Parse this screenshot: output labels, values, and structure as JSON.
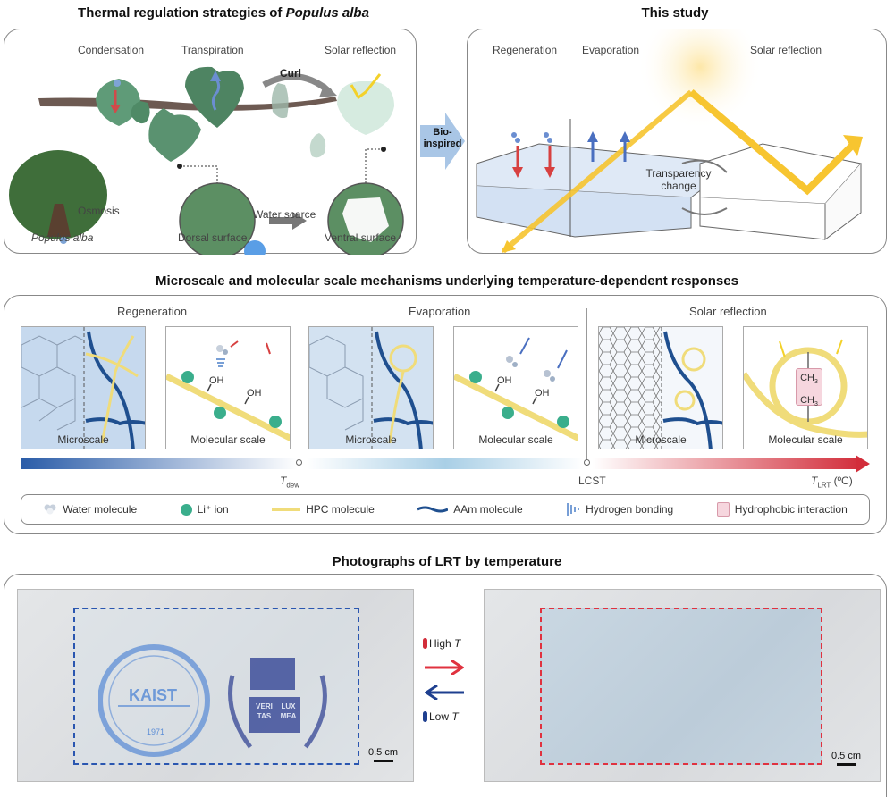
{
  "section1": {
    "title_prefix": "Thermal regulation strategies of ",
    "title_italic": "Populus alba",
    "labels": {
      "condensation": "Condensation",
      "transpiration": "Transpiration",
      "solar_reflection": "Solar reflection",
      "curl": "Curl",
      "osmosis": "Osmosis",
      "populus_alba": "Populus alba",
      "dorsal_surface": "Dorsal surface",
      "water_scarce": "Water scarce",
      "ventral_surface": "Ventral surface"
    }
  },
  "bio_arrow": {
    "line1": "Bio-",
    "line2": "inspired"
  },
  "section2": {
    "title": "This study",
    "labels": {
      "regeneration": "Regeneration",
      "evaporation": "Evaporation",
      "solar_reflection": "Solar reflection",
      "transparency_1": "Transparency",
      "transparency_2": "change"
    }
  },
  "section3": {
    "title": "Microscale and molecular scale mechanisms underlying temperature-dependent responses",
    "groups": [
      {
        "label": "Regeneration",
        "micro_caption": "Microscale",
        "mol_caption": "Molecular scale"
      },
      {
        "label": "Evaporation",
        "micro_caption": "Microscale",
        "mol_caption": "Molecular scale"
      },
      {
        "label": "Solar reflection",
        "micro_caption": "Microscale",
        "mol_caption": "Molecular scale"
      }
    ],
    "oh": "OH",
    "ch3": "CH",
    "ch3_sub": "3",
    "axis": {
      "t_dew": "T",
      "t_dew_sub": "dew",
      "lcst": "LCST",
      "t_lrt": "T",
      "t_lrt_sub": "LRT",
      "t_lrt_unit": " (ºC)"
    },
    "legend": [
      {
        "label": "Water molecule",
        "icon": "water-molecule-icon"
      },
      {
        "label": "Li⁺ ion",
        "icon": "li-ion-icon",
        "color": "#3aae8c"
      },
      {
        "label": "HPC molecule",
        "icon": "hpc-molecule-icon",
        "color": "#f0dc7a"
      },
      {
        "label": "AAm molecule",
        "icon": "aam-molecule-icon",
        "color": "#1f4f8f"
      },
      {
        "label": "Hydrogen bonding",
        "icon": "hydrogen-bonding-icon",
        "color": "#4a7fc8"
      },
      {
        "label": "Hydrophobic interaction",
        "icon": "hydrophobic-interaction-icon",
        "color": "#f6d6de"
      }
    ],
    "gradient_colors": {
      "cold": "#2a5ca8",
      "mid": "#a9cfe6",
      "hot": "#d22d3a"
    }
  },
  "section4": {
    "title": "Photographs of LRT by temperature",
    "high_t": "High ",
    "low_t": "Low ",
    "t": "T",
    "scale_bar": "0.5 cm",
    "logo_text": "KAIST",
    "logo_year": "1971",
    "crest_1": "VERI",
    "crest_2": "LUX",
    "crest_3": "TAS",
    "crest_4": "MEA",
    "colors": {
      "cold_box": "#2a56b0",
      "hot_box": "#e0323f",
      "high_arrow": "#e0323f",
      "low_arrow": "#1e3f8f"
    }
  }
}
